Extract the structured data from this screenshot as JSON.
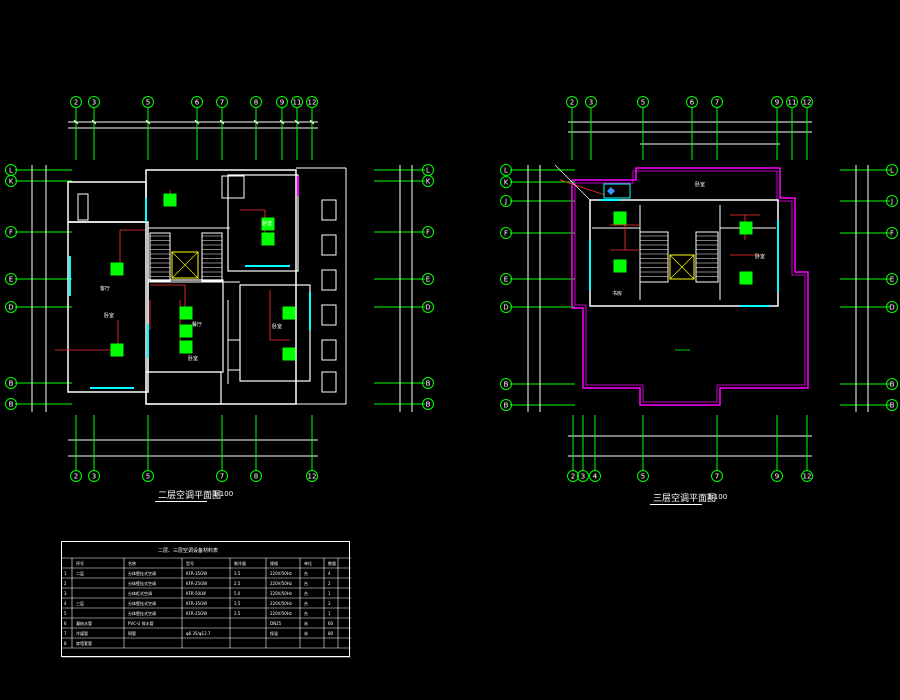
{
  "colors": {
    "background": "#000000",
    "axis": "#00ff00",
    "dimension": "#ffffff",
    "wall": "#ffffff",
    "window": "#00ffff",
    "pipe": "#ff3333",
    "unit": "#00ff00",
    "boundary": "#ff00ff",
    "stair": "#ffff00"
  },
  "left_plan": {
    "title": "二层空调平面图",
    "scale": "1:100",
    "top_axes": [
      "2",
      "3",
      "5",
      "6",
      "7",
      "8",
      "9",
      "11",
      "12"
    ],
    "bottom_axes": [
      "2",
      "3",
      "5",
      "7",
      "8",
      "12"
    ],
    "side_axes": [
      "L",
      "K",
      "F",
      "E",
      "D",
      "B",
      "B1"
    ],
    "room_labels": [
      "卧室",
      "卧室",
      "客厅",
      "餐厅",
      "卧室",
      "卧室"
    ]
  },
  "right_plan": {
    "title": "三层空调平面图",
    "scale": "1:100",
    "top_axes": [
      "2",
      "3",
      "5",
      "6",
      "7",
      "9",
      "11",
      "12"
    ],
    "bottom_axes": [
      "2",
      "3",
      "4",
      "5",
      "7",
      "9",
      "12"
    ],
    "left_axes": [
      "L",
      "K",
      "J",
      "F",
      "E",
      "D",
      "B",
      "B1"
    ],
    "right_axes": [
      "L",
      "J",
      "F",
      "E",
      "D",
      "B",
      "B1"
    ],
    "room_labels": [
      "书房",
      "卧室",
      "卧室"
    ]
  },
  "table": {
    "title": "二层、三层空调设备材料表",
    "header": [
      "序号",
      "名称",
      "型号",
      "制冷量",
      "规格",
      "单位",
      "数量"
    ],
    "rows": [
      [
        "1",
        "二层",
        "分体壁挂式空调",
        "KFR-35GW",
        "3.5",
        "220V/50Hz",
        "台",
        "4"
      ],
      [
        "2",
        "",
        "分体壁挂式空调",
        "KFR-25GW",
        "2.5",
        "220V/50Hz",
        "台",
        "2"
      ],
      [
        "3",
        "",
        "分体柜式空调",
        "KFR-50LW",
        "5.0",
        "220V/50Hz",
        "台",
        "1"
      ],
      [
        "4",
        "三层",
        "分体壁挂式空调",
        "KFR-35GW",
        "3.5",
        "220V/50Hz",
        "台",
        "2"
      ],
      [
        "5",
        "",
        "分体壁挂式空调",
        "KFR-25GW",
        "2.5",
        "220V/50Hz",
        "台",
        "1"
      ],
      [
        "6",
        "凝结水管",
        "PVC-U 排水管",
        "",
        "",
        "DN25",
        "米",
        "60"
      ],
      [
        "7",
        "冷媒管",
        "铜管",
        "φ6.35/φ12.7",
        "",
        "保温",
        "米",
        "80"
      ],
      [
        "8",
        "穿墙套管",
        "",
        "",
        "",
        "",
        "",
        ""
      ]
    ]
  }
}
